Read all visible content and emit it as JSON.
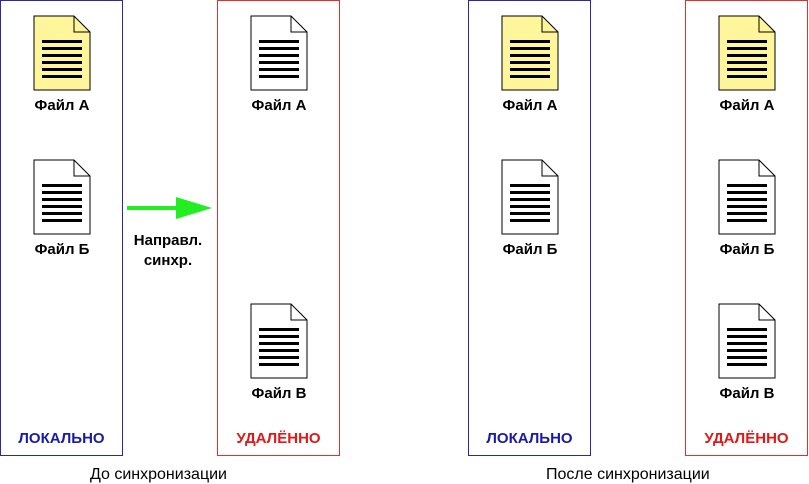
{
  "colors": {
    "local_border": "#2a2aa0",
    "remote_border": "#e03030",
    "arrow": "#22ee22",
    "modified_file": "#fff59a",
    "plain_file": "#ffffff"
  },
  "before": {
    "local": {
      "label": "ЛОКАЛЬНО",
      "files": [
        {
          "name": "Файл А",
          "modified": true
        },
        {
          "name": "Файл Б",
          "modified": false
        }
      ]
    },
    "remote": {
      "label": "УДАЛЁННО",
      "files": [
        {
          "name": "Файл А",
          "modified": false
        },
        {
          "name": "Файл В",
          "modified": false
        }
      ]
    },
    "arrow_label_line1": "Направл.",
    "arrow_label_line2": "синхр.",
    "caption": "До синхронизации"
  },
  "after": {
    "local": {
      "label": "ЛОКАЛЬНО",
      "files": [
        {
          "name": "Файл А",
          "modified": true
        },
        {
          "name": "Файл Б",
          "modified": false
        }
      ]
    },
    "remote": {
      "label": "УДАЛЁННО",
      "files": [
        {
          "name": "Файл А",
          "modified": true
        },
        {
          "name": "Файл Б",
          "modified": false
        },
        {
          "name": "Файл В",
          "modified": false
        }
      ]
    },
    "caption": "После синхронизации"
  }
}
